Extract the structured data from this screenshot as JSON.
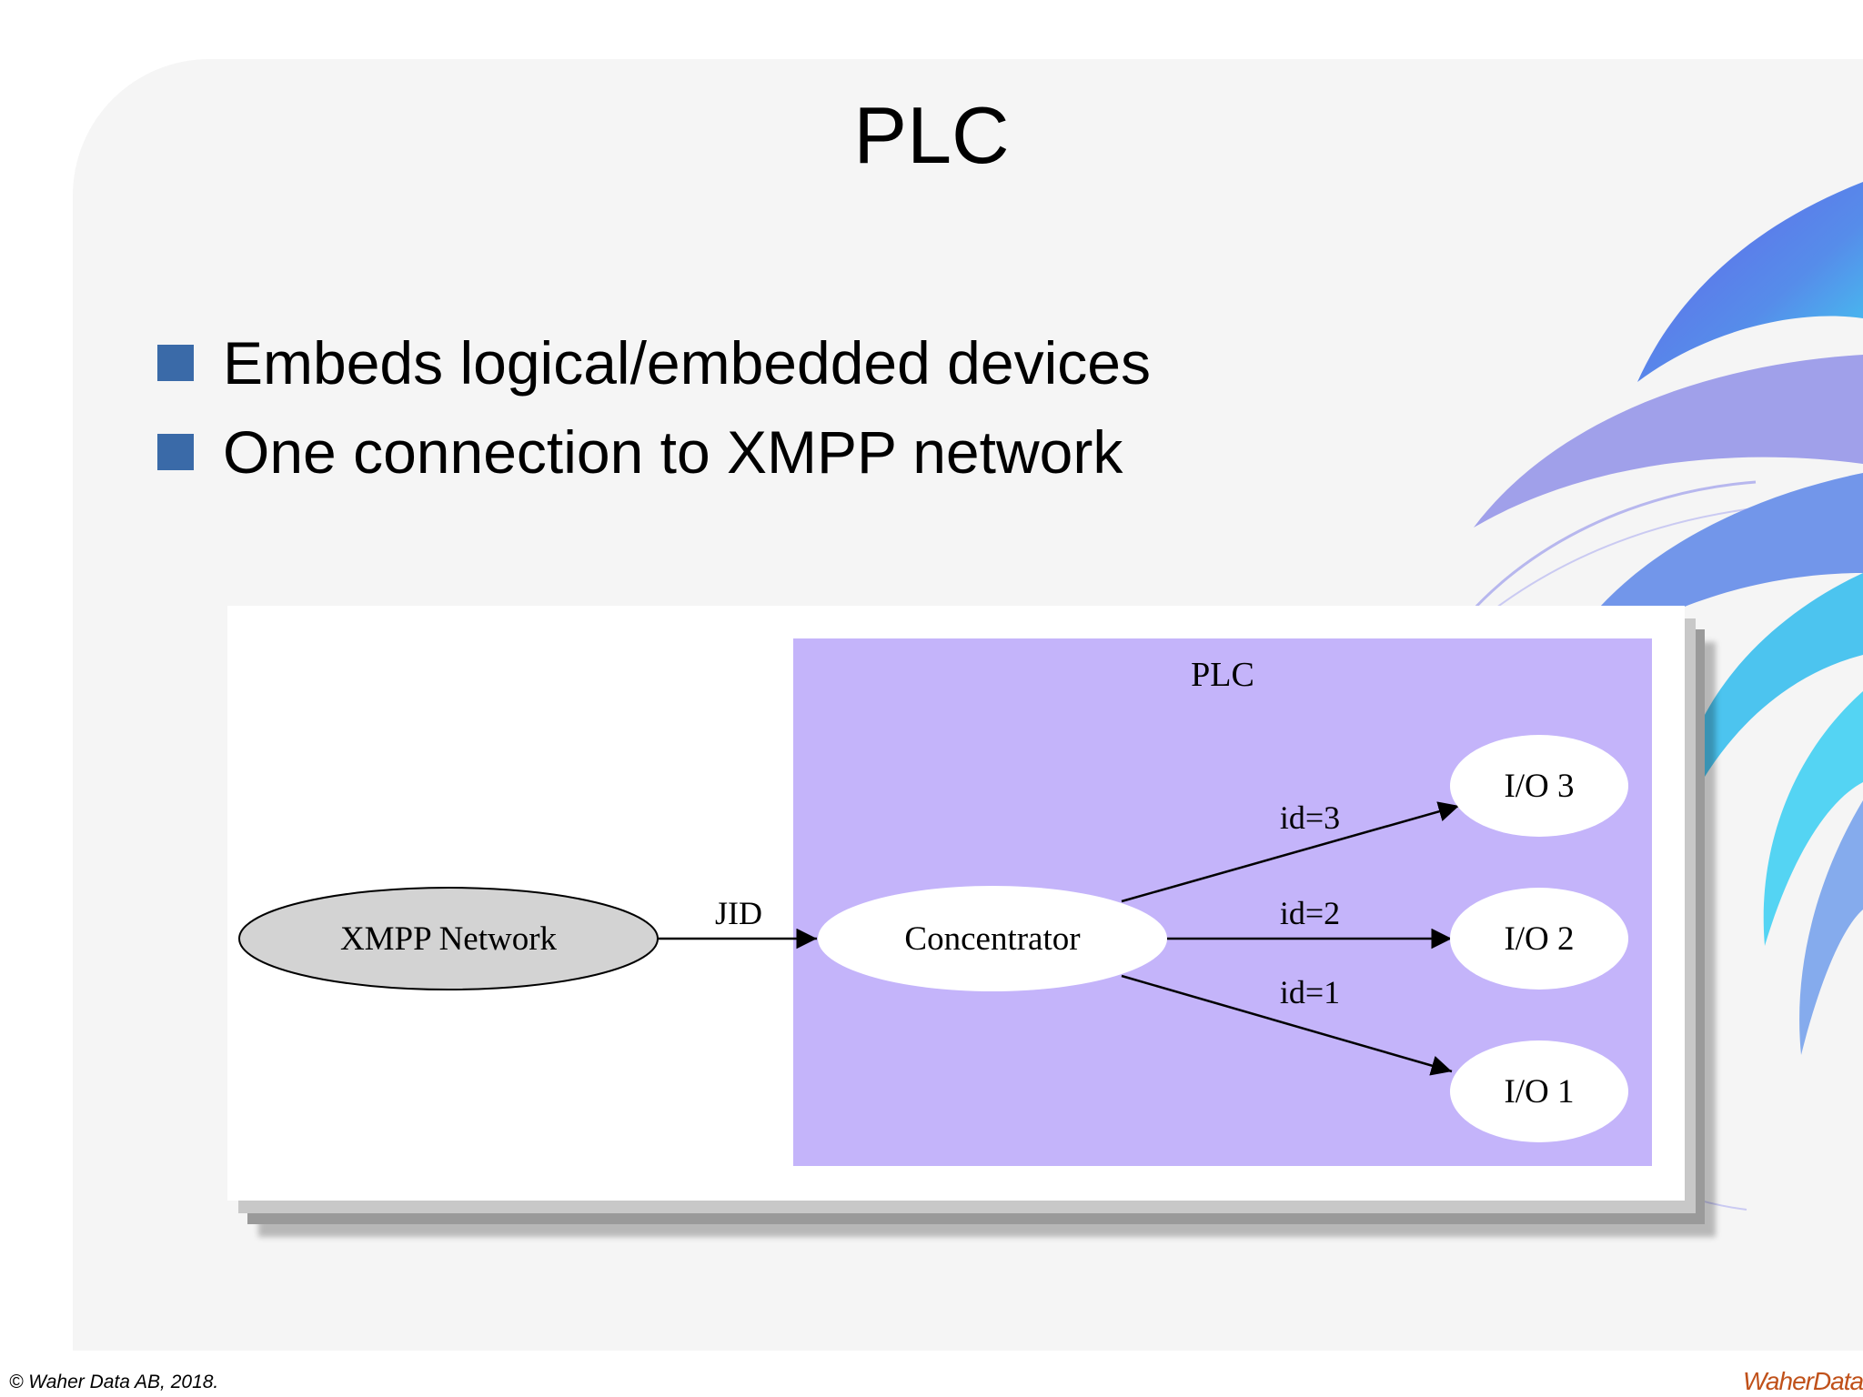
{
  "slide": {
    "title": "PLC",
    "bullets": [
      {
        "text": "Embeds logical/embedded devices"
      },
      {
        "text": "One connection to XMPP network"
      }
    ],
    "footer": {
      "copyright": "© Waher Data AB, 2018.",
      "logo": "WaherData"
    }
  },
  "diagram": {
    "cluster": {
      "label": "PLC",
      "fill": "#c4b4fa"
    },
    "nodes": [
      {
        "id": "xmpp",
        "label": "XMPP Network",
        "fill": "#d3d3d3"
      },
      {
        "id": "concentrator",
        "label": "Concentrator",
        "fill": "#ffffff"
      },
      {
        "id": "io3",
        "label": "I/O 3",
        "fill": "#ffffff"
      },
      {
        "id": "io2",
        "label": "I/O 2",
        "fill": "#ffffff"
      },
      {
        "id": "io1",
        "label": "I/O 1",
        "fill": "#ffffff"
      }
    ],
    "edges": [
      {
        "from": "xmpp",
        "to": "concentrator",
        "label": "JID"
      },
      {
        "from": "concentrator",
        "to": "io3",
        "label": "id=3"
      },
      {
        "from": "concentrator",
        "to": "io2",
        "label": "id=2"
      },
      {
        "from": "concentrator",
        "to": "io1",
        "label": "id=1"
      }
    ]
  },
  "colors": {
    "bullet": "#3a6aa8",
    "accent_logo": "#c0511a"
  }
}
